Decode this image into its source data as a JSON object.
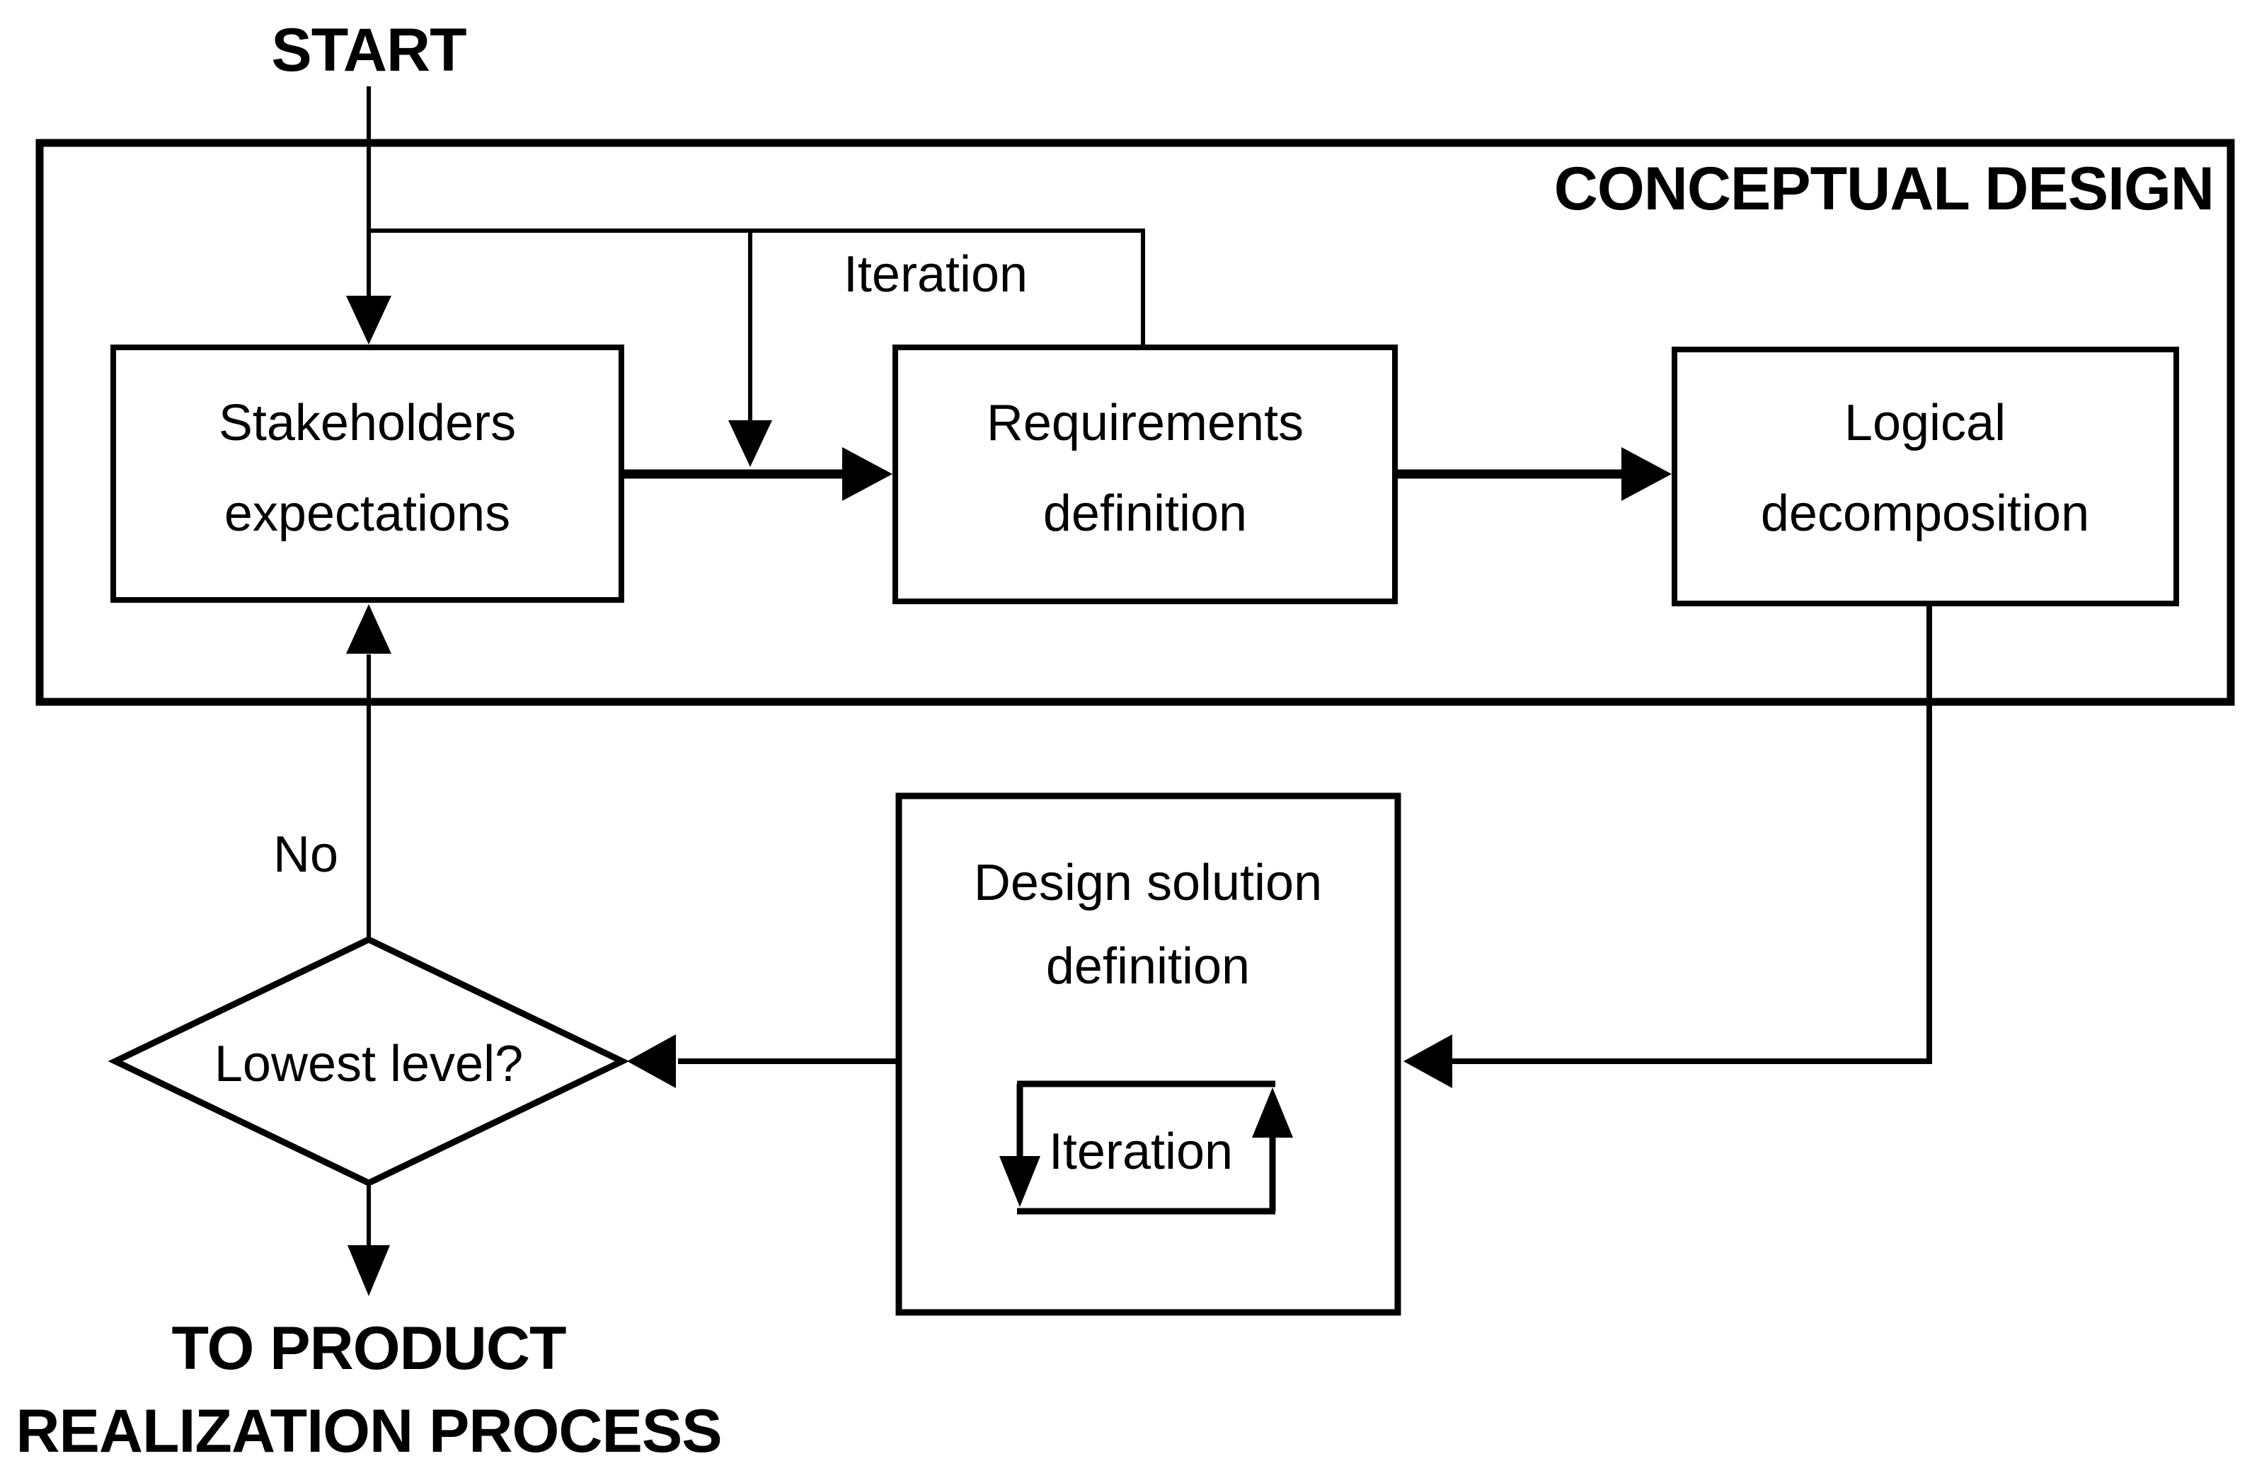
{
  "diagram": {
    "type": "flowchart",
    "container_title": "CONCEPTUAL DESIGN",
    "start_label": "START",
    "iteration_label": "Iteration",
    "nodes": {
      "stakeholders": {
        "line1": "Stakeholders",
        "line2": "expectations"
      },
      "requirements": {
        "line1": "Requirements",
        "line2": "definition"
      },
      "logical": {
        "line1": "Logical",
        "line2": "decomposition"
      },
      "design_solution": {
        "line1": "Design solution",
        "line2": "definition",
        "loop_label": "Iteration"
      },
      "decision": {
        "label": "Lowest level?",
        "no_branch_label": "No"
      }
    },
    "end_label": {
      "line1": "TO PRODUCT",
      "line2": "REALIZATION PROCESS"
    },
    "flows": [
      "START → Stakeholders expectations",
      "Stakeholders expectations → Requirements definition",
      "Requirements definition → (Iteration loop) → Requirements definition",
      "Requirements definition → Logical decomposition",
      "Logical decomposition → Design solution definition",
      "Design solution definition → (internal Iteration loop)",
      "Design solution definition → Lowest level?",
      "Lowest level? — No → Stakeholders expectations",
      "Lowest level? → TO PRODUCT REALIZATION PROCESS"
    ],
    "colors": {
      "line": "#000000",
      "text": "#000000",
      "background": "#ffffff"
    }
  }
}
